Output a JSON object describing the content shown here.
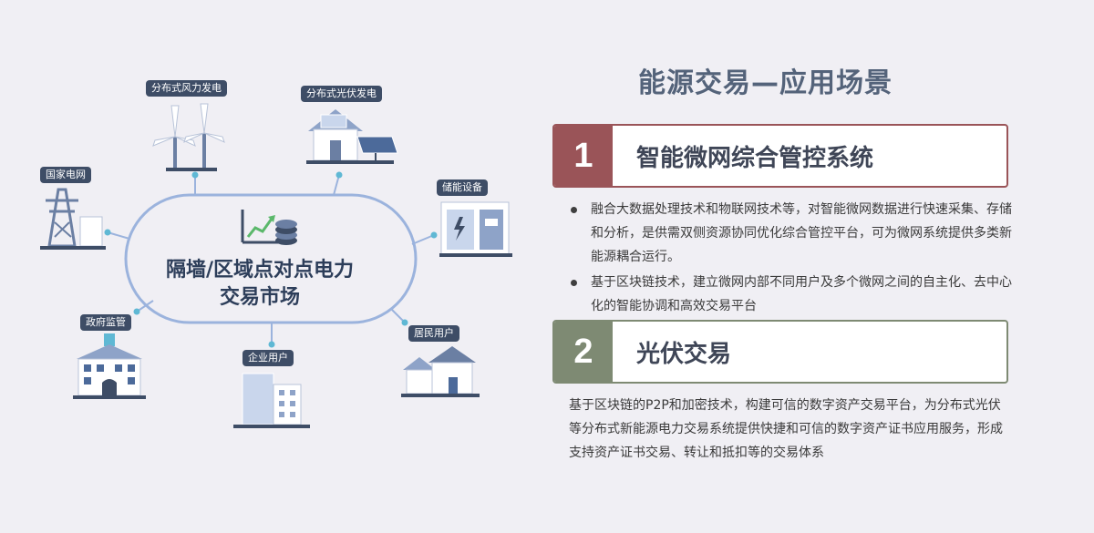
{
  "diagram": {
    "center": {
      "line1": "隔墙/区域点对点电力",
      "line2": "交易市场"
    },
    "nodes": [
      {
        "key": "wind",
        "label": "分布式风力发电",
        "icon": "wind-turbine-icon"
      },
      {
        "key": "solar",
        "label": "分布式光伏发电",
        "icon": "solar-house-icon"
      },
      {
        "key": "grid",
        "label": "国家电网",
        "icon": "power-tower-icon"
      },
      {
        "key": "storage",
        "label": "储能设备",
        "icon": "battery-cabinet-icon"
      },
      {
        "key": "gov",
        "label": "政府监管",
        "icon": "government-building-icon"
      },
      {
        "key": "enterprise",
        "label": "企业用户",
        "icon": "office-building-icon"
      },
      {
        "key": "resident",
        "label": "居民用户",
        "icon": "houses-icon"
      }
    ]
  },
  "right": {
    "title": "能源交易—应用场景",
    "sections": [
      {
        "number": "1",
        "title": "智能微网综合管控系统",
        "color": "#9a5458",
        "bullets": [
          "融合大数据处理技术和物联网技术等，对智能微网数据进行快速采集、存储和分析，是供需双侧资源协同优化综合管控平台，可为微网系统提供多类新能源耦合运行。",
          "基于区块链技术，建立微网内部不同用户及多个微网之间的自主化、去中心化的智能协调和高效交易平台"
        ]
      },
      {
        "number": "2",
        "title": "光伏交易",
        "color": "#7e8a73",
        "paragraph": "基于区块链的P2P和加密技术，构建可信的数字资产交易平台，为分布式光伏等分布式新能源电力交易系统提供快捷和可信的数字资产证书应用服务，形成支持资产证书交易、转让和抵扣等的交易体系"
      }
    ]
  }
}
